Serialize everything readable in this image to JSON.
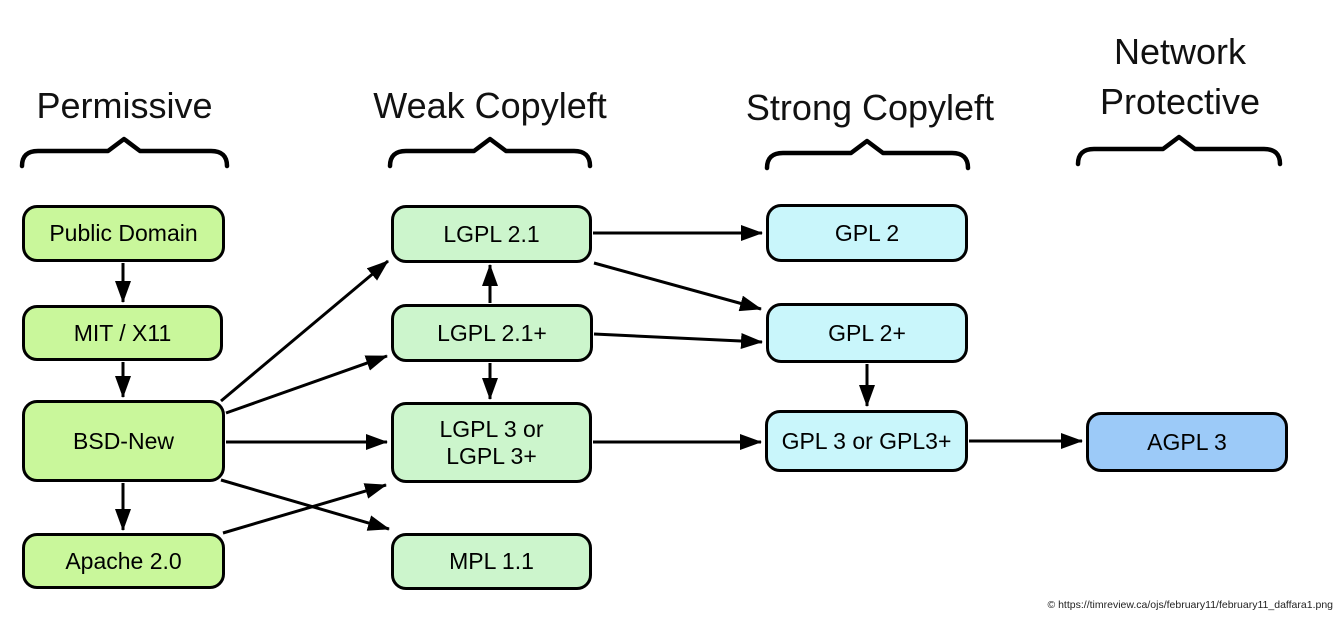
{
  "categories": [
    {
      "id": "permissive",
      "label": "Permissive",
      "color": "#c9f79b"
    },
    {
      "id": "weak-copyleft",
      "label": "Weak Copyleft",
      "color": "#ccf5cc"
    },
    {
      "id": "strong-copyleft",
      "label": "Strong Copyleft",
      "color": "#c9f6fb"
    },
    {
      "id": "network-protective",
      "label": "Network\nProtective",
      "color": "#9ccaf8"
    }
  ],
  "nodes": {
    "public-domain": "Public Domain",
    "mit-x11": "MIT / X11",
    "bsd-new": "BSD-New",
    "apache-20": "Apache 2.0",
    "lgpl-21": "LGPL 2.1",
    "lgpl-21-plus": "LGPL 2.1+",
    "lgpl-3": "LGPL 3 or\nLGPL 3+",
    "mpl-11": "MPL 1.1",
    "gpl-2": "GPL 2",
    "gpl-2-plus": "GPL 2+",
    "gpl-3": "GPL 3 or GPL3+",
    "agpl-3": "AGPL 3"
  },
  "edges": [
    {
      "from": "Public Domain",
      "to": "MIT / X11"
    },
    {
      "from": "MIT / X11",
      "to": "BSD-New"
    },
    {
      "from": "BSD-New",
      "to": "Apache 2.0"
    },
    {
      "from": "BSD-New",
      "to": "LGPL 2.1"
    },
    {
      "from": "BSD-New",
      "to": "LGPL 2.1+"
    },
    {
      "from": "BSD-New",
      "to": "LGPL 3 or LGPL 3+"
    },
    {
      "from": "BSD-New",
      "to": "MPL 1.1"
    },
    {
      "from": "Apache 2.0",
      "to": "LGPL 3 or LGPL 3+"
    },
    {
      "from": "LGPL 2.1+",
      "to": "LGPL 2.1"
    },
    {
      "from": "LGPL 2.1+",
      "to": "LGPL 3 or LGPL 3+"
    },
    {
      "from": "LGPL 2.1",
      "to": "GPL 2"
    },
    {
      "from": "LGPL 2.1",
      "to": "GPL 2+"
    },
    {
      "from": "LGPL 2.1+",
      "to": "GPL 2+"
    },
    {
      "from": "LGPL 3 or LGPL 3+",
      "to": "GPL 3 or GPL3+"
    },
    {
      "from": "GPL 2+",
      "to": "GPL 3 or GPL3+"
    },
    {
      "from": "GPL 3 or GPL3+",
      "to": "AGPL 3"
    }
  ],
  "colors": {
    "permissive": "#c9f79b",
    "weak_copyleft": "#ccf5cc",
    "strong_copyleft": "#c9f6fb",
    "network_protective": "#9ccaf8",
    "line": "#000000"
  },
  "caption": "© https://timreview.ca/ojs/february11/february11_daffara1.png"
}
